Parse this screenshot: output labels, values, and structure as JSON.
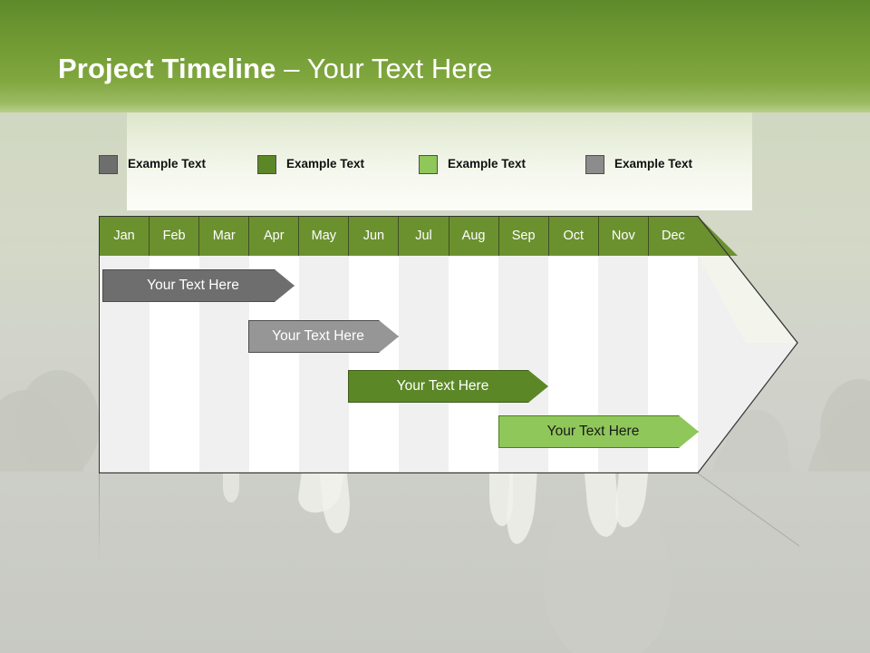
{
  "slide": {
    "title_bold": "Project Timeline",
    "title_separator": " – ",
    "title_light": "Your Text Here",
    "banner_color": "#719a33"
  },
  "legend": {
    "items": [
      {
        "label": "Example Text",
        "color": "#6e6e6e",
        "swatch_name": "legend-swatch-gray-dark"
      },
      {
        "label": "Example Text",
        "color": "#5c8727",
        "swatch_name": "legend-swatch-green-dark"
      },
      {
        "label": "Example Text",
        "color": "#8fc75a",
        "swatch_name": "legend-swatch-green-light"
      },
      {
        "label": "Example Text",
        "color": "#8c8c8c",
        "swatch_name": "legend-swatch-gray-light"
      }
    ]
  },
  "chart_data": {
    "type": "bar",
    "title": "Project Timeline – Your Text Here",
    "xlabel": "",
    "ylabel": "",
    "categories": [
      "Jan",
      "Feb",
      "Mar",
      "Apr",
      "May",
      "Jun",
      "Jul",
      "Aug",
      "Sep",
      "Oct",
      "Nov",
      "Dec"
    ],
    "grid": true,
    "legend_position": "top",
    "tasks": [
      {
        "label": "Your  Text Here",
        "start_month": "Jan",
        "end_month": "Apr",
        "start_index": 0,
        "span": 3.8,
        "color": "#6e6e6e",
        "border": "#4d4d4d",
        "text_color": "#ffffff"
      },
      {
        "label": "Your  Text Here",
        "start_month": "Apr",
        "end_month": "Jul",
        "start_index": 3,
        "span": 3.0,
        "color": "#969696",
        "border": "#4d4d4d",
        "text_color": "#ffffff"
      },
      {
        "label": "Your  Text Here",
        "start_month": "Jun",
        "end_month": "Sep",
        "start_index": 5,
        "span": 4.0,
        "color": "#5c8727",
        "border": "#3e5c18",
        "text_color": "#ffffff"
      },
      {
        "label": "Your  Text Here",
        "start_month": "Sep",
        "end_month": "Dec",
        "start_index": 8,
        "span": 4.0,
        "color": "#8fc75a",
        "border": "#4f7d24",
        "text_color": "#1a1a1a"
      }
    ]
  }
}
